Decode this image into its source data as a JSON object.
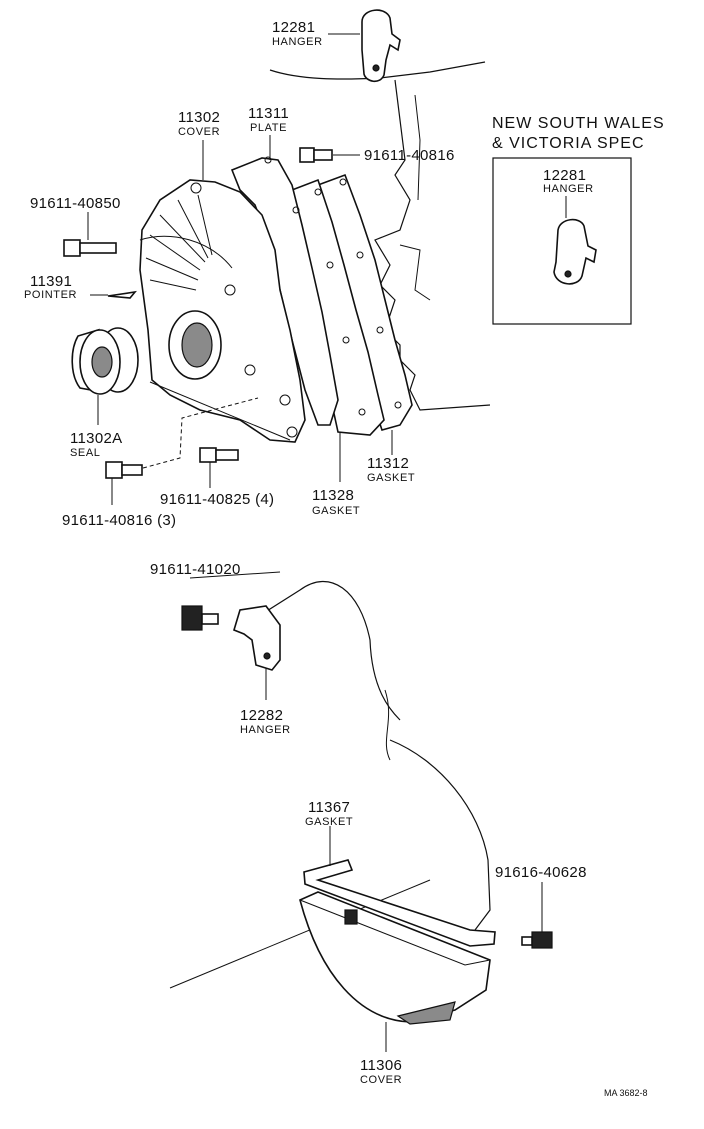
{
  "parts": {
    "hanger_top": {
      "number": "12281",
      "name": "HANGER"
    },
    "cover_front": {
      "number": "11302",
      "name": "COVER"
    },
    "plate": {
      "number": "11311",
      "name": "PLATE"
    },
    "bolt_top": {
      "number": "91611-40816"
    },
    "bolt_40850": {
      "number": "91611-40850"
    },
    "pointer": {
      "number": "11391",
      "name": "POINTER"
    },
    "seal": {
      "number": "11302A",
      "name": "SEAL"
    },
    "bolt_40825": {
      "number": "91611-40825 (4)"
    },
    "bolt_40816_3": {
      "number": "91611-40816 (3)"
    },
    "gasket_11328": {
      "number": "11328",
      "name": "GASKET"
    },
    "gasket_11312": {
      "number": "11312",
      "name": "GASKET"
    },
    "bolt_41020": {
      "number": "91611-41020"
    },
    "hanger_12282": {
      "number": "12282",
      "name": "HANGER"
    },
    "gasket_11367": {
      "number": "11367",
      "name": "GASKET"
    },
    "bolt_40628": {
      "number": "91616-40628"
    },
    "cover_11306": {
      "number": "11306",
      "name": "COVER"
    }
  },
  "inset": {
    "title_line1": "NEW SOUTH WALES",
    "title_line2": "& VICTORIA SPEC",
    "part_number": "12281",
    "part_name": "HANGER"
  },
  "footer_code": "MA  3682-8"
}
